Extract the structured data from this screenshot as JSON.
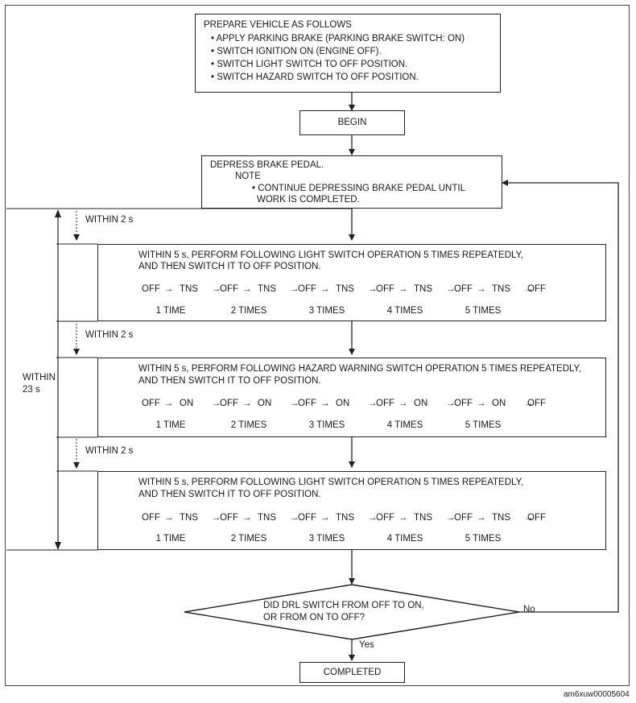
{
  "prepare": {
    "title": "PREPARE VEHICLE AS FOLLOWS",
    "items": [
      "• APPLY PARKING BRAKE (PARKING BRAKE SWITCH: ON)",
      "• SWITCH IGNITION ON (ENGINE OFF).",
      "• SWITCH LIGHT SWITCH TO OFF POSITION.",
      "• SWITCH HAZARD SWITCH TO OFF POSITION."
    ]
  },
  "begin": "BEGIN",
  "depress": {
    "title": "DEPRESS BRAKE PEDAL.",
    "note_label": "NOTE",
    "note_line1": "• CONTINUE DEPRESSING BRAKE PEDAL UNTIL",
    "note_line2": "WORK IS COMPLETED."
  },
  "within2s": "WITHIN 2 s",
  "within23s_line1": "WITHIN",
  "within23s_line2": "23 s",
  "arrow_glyph": "→",
  "steps": [
    {
      "line1": "WITHIN 5 s, PERFORM FOLLOWING LIGHT SWITCH OPERATION 5 TIMES REPEATEDLY,",
      "line2": "AND THEN SWITCH IT TO OFF POSITION.",
      "a": "OFF",
      "b": "TNS",
      "times": [
        "1 TIME",
        "2 TIMES",
        "3 TIMES",
        "4 TIMES",
        "5 TIMES"
      ],
      "final": "OFF"
    },
    {
      "line1": "WITHIN 5 s, PERFORM FOLLOWING HAZARD WARNING SWITCH OPERATION 5 TIMES REPEATEDLY,",
      "line2": "AND THEN SWITCH IT TO OFF POSITION.",
      "a": "OFF",
      "b": "ON",
      "times": [
        "1 TIME",
        "2 TIMES",
        "3 TIMES",
        "4 TIMES",
        "5 TIMES"
      ],
      "final": "OFF"
    },
    {
      "line1": "WITHIN 5 s, PERFORM FOLLOWING LIGHT SWITCH OPERATION 5 TIMES REPEATEDLY,",
      "line2": "AND THEN SWITCH IT TO OFF POSITION.",
      "a": "OFF",
      "b": "TNS",
      "times": [
        "1 TIME",
        "2 TIMES",
        "3 TIMES",
        "4 TIMES",
        "5 TIMES"
      ],
      "final": "OFF"
    }
  ],
  "decision": {
    "line1": "DID DRL SWITCH FROM OFF TO ON,",
    "line2": "OR FROM ON TO OFF?",
    "no_label": "No",
    "yes_label": "Yes"
  },
  "completed": "COMPLETED",
  "figure_code": "am6xuw00005604"
}
